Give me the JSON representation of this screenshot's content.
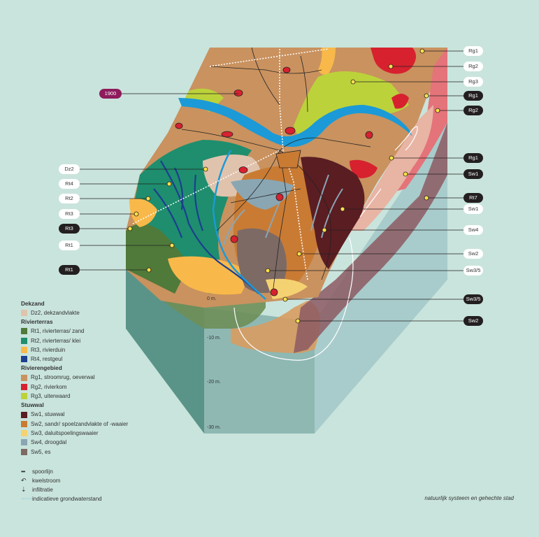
{
  "callouts": [
    {
      "id": "rg1-top",
      "label": "Rg1",
      "style": "light"
    },
    {
      "id": "rg2-top",
      "label": "Rg2",
      "style": "light"
    },
    {
      "id": "rg3-top",
      "label": "Rg3",
      "style": "light"
    },
    {
      "id": "rg1-b",
      "label": "Rg1",
      "style": "dark"
    },
    {
      "id": "rg2-b",
      "label": "Rg2",
      "style": "dark"
    },
    {
      "id": "rg1-c",
      "label": "Rg1",
      "style": "dark"
    },
    {
      "id": "sw1-a",
      "label": "Sw1",
      "style": "dark"
    },
    {
      "id": "rt7",
      "label": "Rt7",
      "style": "dark"
    },
    {
      "id": "sw1-b",
      "label": "Sw1",
      "style": "light"
    },
    {
      "id": "sw4",
      "label": "Sw4",
      "style": "light"
    },
    {
      "id": "sw2-a",
      "label": "Sw2",
      "style": "light"
    },
    {
      "id": "sw35-a",
      "label": "Sw3/5",
      "style": "light"
    },
    {
      "id": "sw35-b",
      "label": "Sw3/5",
      "style": "dark"
    },
    {
      "id": "sw2-b",
      "label": "Sw2",
      "style": "dark"
    },
    {
      "id": "y1900",
      "label": "1900",
      "style": "mag"
    },
    {
      "id": "dz2",
      "label": "Dz2",
      "style": "light"
    },
    {
      "id": "rt4",
      "label": "Rt4",
      "style": "light"
    },
    {
      "id": "rt2",
      "label": "Rt2",
      "style": "light"
    },
    {
      "id": "rt3-a",
      "label": "Rt3",
      "style": "light"
    },
    {
      "id": "rt3-b",
      "label": "Rt3",
      "style": "dark"
    },
    {
      "id": "rt1-a",
      "label": "Rt1",
      "style": "light"
    },
    {
      "id": "rt1-b",
      "label": "Rt1",
      "style": "dark"
    }
  ],
  "depth_labels": [
    "0 m.",
    "-10 m.",
    "-20 m.",
    "-30 m."
  ],
  "legend": {
    "groups": [
      {
        "heading": "Dekzand",
        "items": [
          {
            "label": "Dz2, dekzandvlakte",
            "color": "#e0c3ad"
          }
        ]
      },
      {
        "heading": "Rivierterras",
        "items": [
          {
            "label": "Rt1, rivierterras/ zand",
            "color": "#4f7a3a"
          },
          {
            "label": "Rt2, rivierterras/ klei",
            "color": "#1e8e6e"
          },
          {
            "label": "Rt3, rivierduin",
            "color": "#f8b94a"
          },
          {
            "label": "Rt4, restgeul",
            "color": "#1c3f8f"
          }
        ]
      },
      {
        "heading": "Rivierengebied",
        "items": [
          {
            "label": "Rg1, stroomrug, oeverwal",
            "color": "#c9925f"
          },
          {
            "label": "Rg2, rivierkom",
            "color": "#d7212f"
          },
          {
            "label": "Rg3, uiterwaard",
            "color": "#bcd23a"
          }
        ]
      },
      {
        "heading": "Stuwwal",
        "items": [
          {
            "label": "Sw1, stuwwal",
            "color": "#5a1d22"
          },
          {
            "label": "Sw2, sandr/ spoelzandvlakte of -waaier",
            "color": "#c97b34"
          },
          {
            "label": "Sw3, daluitspoelingswaaier",
            "color": "#f5d271"
          },
          {
            "label": "Sw4, droogdal",
            "color": "#8aa6b3"
          },
          {
            "label": "Sw5, es",
            "color": "#7d6a64"
          }
        ]
      }
    ]
  },
  "legend2": [
    "spoorlijn",
    "kwelstroom",
    "infiltratie",
    "indicatieve grondwaterstand"
  ],
  "caption": "natuurlijk systeem en gehechte stad"
}
